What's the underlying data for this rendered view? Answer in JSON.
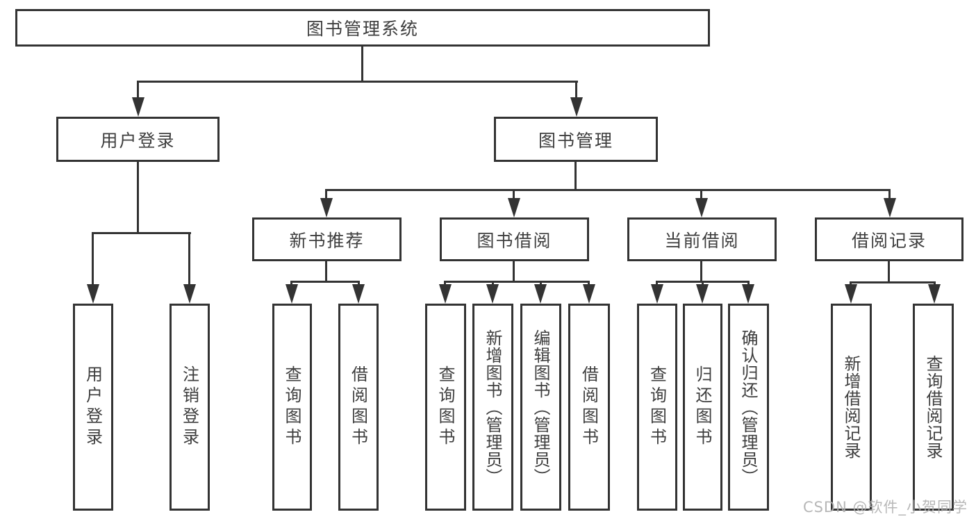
{
  "nodes": {
    "root": "图书管理系统",
    "l2": [
      "用户登录",
      "图书管理"
    ],
    "l3": [
      "新书推荐",
      "图书借阅",
      "当前借阅",
      "借阅记录"
    ],
    "leaves": [
      "用户登录",
      "注销登录",
      "查询图书",
      "借阅图书",
      "查询图书",
      "新增图书（管理员）",
      "编辑图书（管理员）",
      "借阅图书",
      "查询图书",
      "归还图书",
      "确认归还（管理员）",
      "新增借阅记录",
      "查询借阅记录"
    ]
  },
  "watermark": "CSDN @软件_小贺同学",
  "colors": {
    "line": "#333333",
    "text": "#3e3e3e",
    "watermark": "#b0b0b0",
    "background": "#ffffff"
  }
}
